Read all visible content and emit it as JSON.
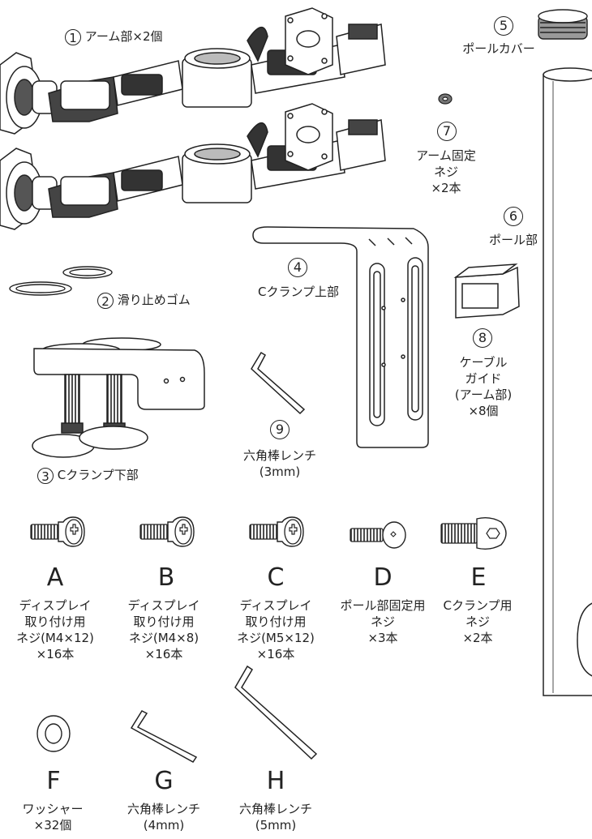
{
  "parts": {
    "p1": {
      "num": "1",
      "label": "アーム部×2個"
    },
    "p2": {
      "num": "2",
      "label": "滑り止めゴム"
    },
    "p3": {
      "num": "3",
      "label": "Cクランプ下部"
    },
    "p4": {
      "num": "4",
      "label": "Cクランプ上部"
    },
    "p5": {
      "num": "5",
      "label": "ポールカバー"
    },
    "p6": {
      "num": "6",
      "label": "ポール部"
    },
    "p7": {
      "num": "7",
      "lines": [
        "アーム固定",
        "ネジ",
        "×2本"
      ]
    },
    "p8": {
      "num": "8",
      "lines": [
        "ケーブル",
        "ガイド",
        "(アーム部)",
        "×8個"
      ]
    },
    "p9": {
      "num": "9",
      "lines": [
        "六角棒レンチ",
        "(3mm)"
      ]
    }
  },
  "screws": [
    {
      "letter": "A",
      "lines": [
        "ディスプレイ",
        "取り付け用",
        "ネジ(M4×12)",
        "×16本"
      ]
    },
    {
      "letter": "B",
      "lines": [
        "ディスプレイ",
        "取り付け用",
        "ネジ(M4×8)",
        "×16本"
      ]
    },
    {
      "letter": "C",
      "lines": [
        "ディスプレイ",
        "取り付け用",
        "ネジ(M5×12)",
        "×16本"
      ]
    },
    {
      "letter": "D",
      "lines": [
        "ポール部固定用",
        "ネジ",
        "×3本"
      ]
    },
    {
      "letter": "E",
      "lines": [
        "Cクランプ用",
        "ネジ",
        "×2本"
      ]
    },
    {
      "letter": "F",
      "lines": [
        "ワッシャー",
        "×32個"
      ]
    },
    {
      "letter": "G",
      "lines": [
        "六角棒レンチ",
        "(4mm)"
      ]
    },
    {
      "letter": "H",
      "lines": [
        "六角棒レンチ",
        "(5mm)"
      ]
    }
  ]
}
